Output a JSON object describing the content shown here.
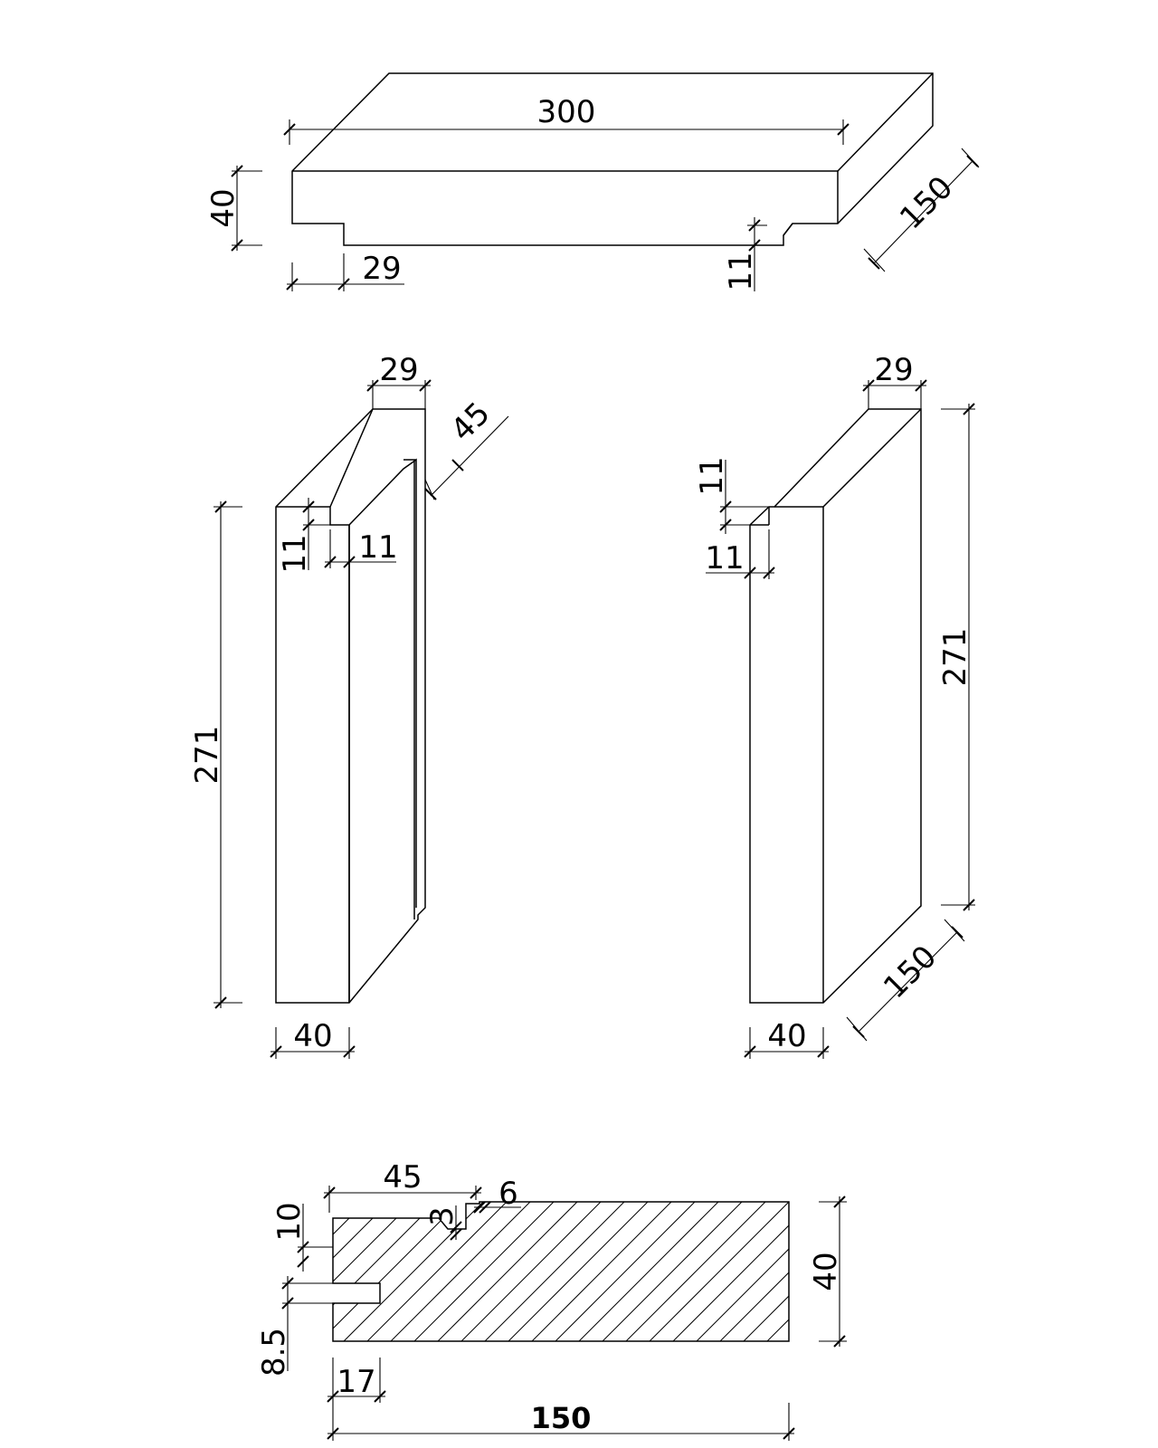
{
  "top_view": {
    "length": "300",
    "height": "40",
    "depth": "150",
    "step_left": "29",
    "step_right": "11"
  },
  "left_post": {
    "top_width": "29",
    "groove_depth": "45",
    "height": "271",
    "notch_v": "11",
    "notch_h": "11",
    "base_width": "40"
  },
  "right_post": {
    "top_width": "29",
    "notch_v": "11",
    "notch_h": "11",
    "height": "271",
    "depth": "150",
    "base_width": "40"
  },
  "section": {
    "top_offset": "45",
    "lip": "6",
    "lip_drop": "3",
    "upper_step": "10",
    "groove": "8.5",
    "groove_depth": "17",
    "width": "150",
    "height": "40"
  }
}
